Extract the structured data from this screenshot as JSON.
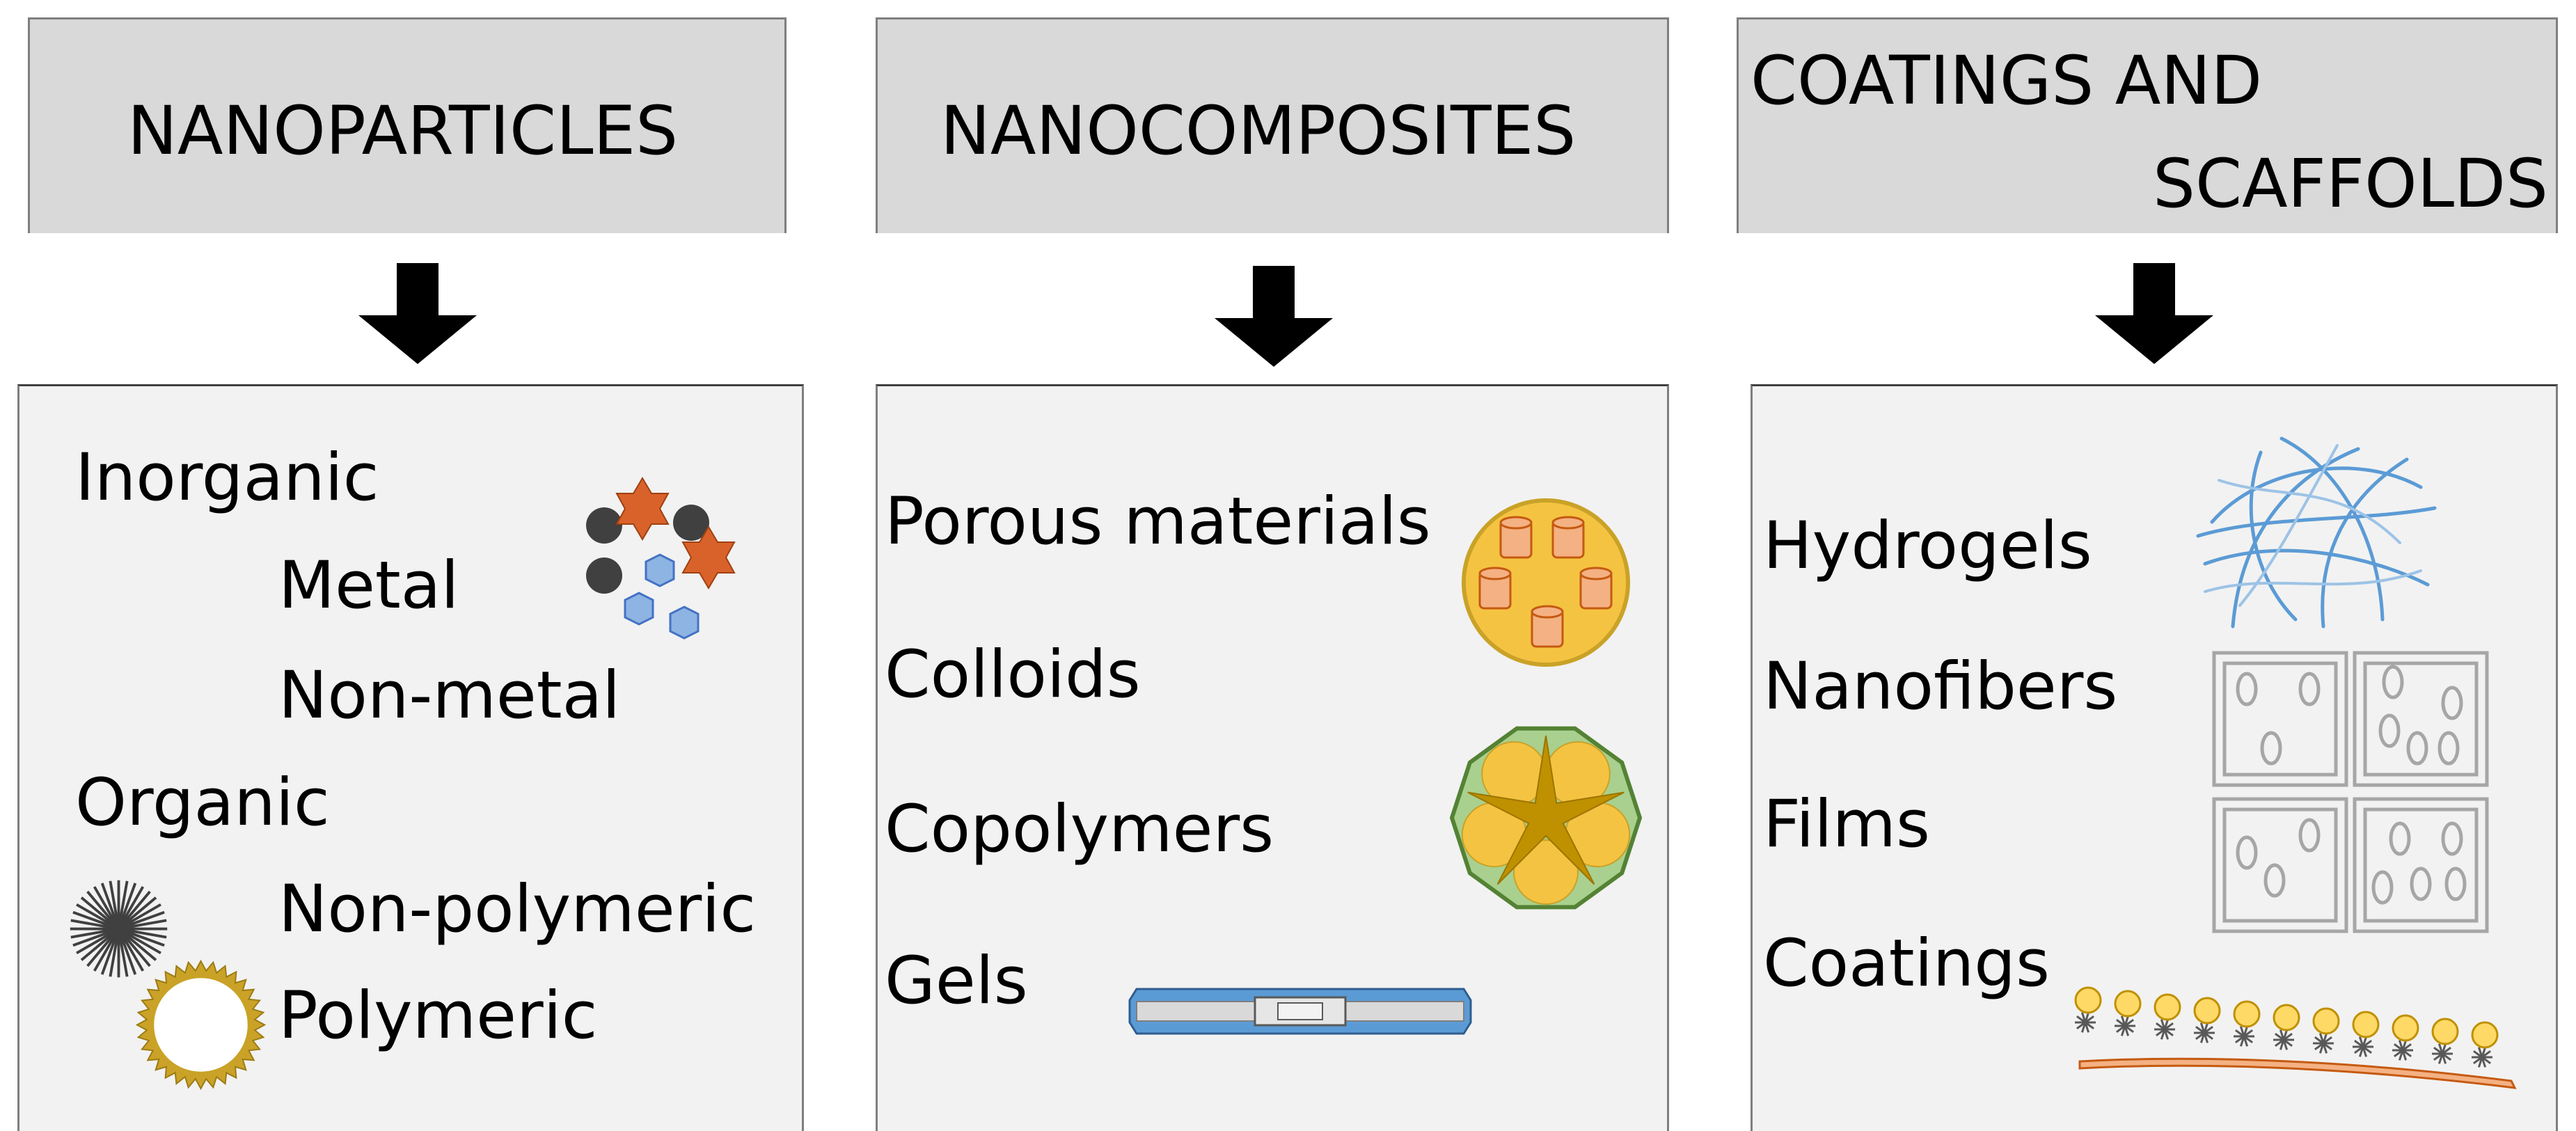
{
  "columns": [
    {
      "header": [
        "NANOPARTICLES"
      ],
      "items": [
        "Inorganic",
        "Metal",
        "Non-metal",
        "Organic",
        "Non-polymeric",
        "Polymeric"
      ]
    },
    {
      "header": [
        "NANOCOMPOSITES"
      ],
      "items": [
        "Porous materials",
        "Colloids",
        "Copolymers",
        "Gels"
      ]
    },
    {
      "header": [
        "COATINGS AND",
        "SCAFFOLDS"
      ],
      "items": [
        "Hydrogels",
        "Nanofibers",
        "Films",
        "Coatings"
      ]
    }
  ],
  "colors": {
    "header_bg": "#d9d9d9",
    "panel_bg": "#f2f2f2",
    "copper": "#d9622b",
    "gold": "#c9a227",
    "blue": "#5b9bd5",
    "green": "#a9d08e"
  }
}
